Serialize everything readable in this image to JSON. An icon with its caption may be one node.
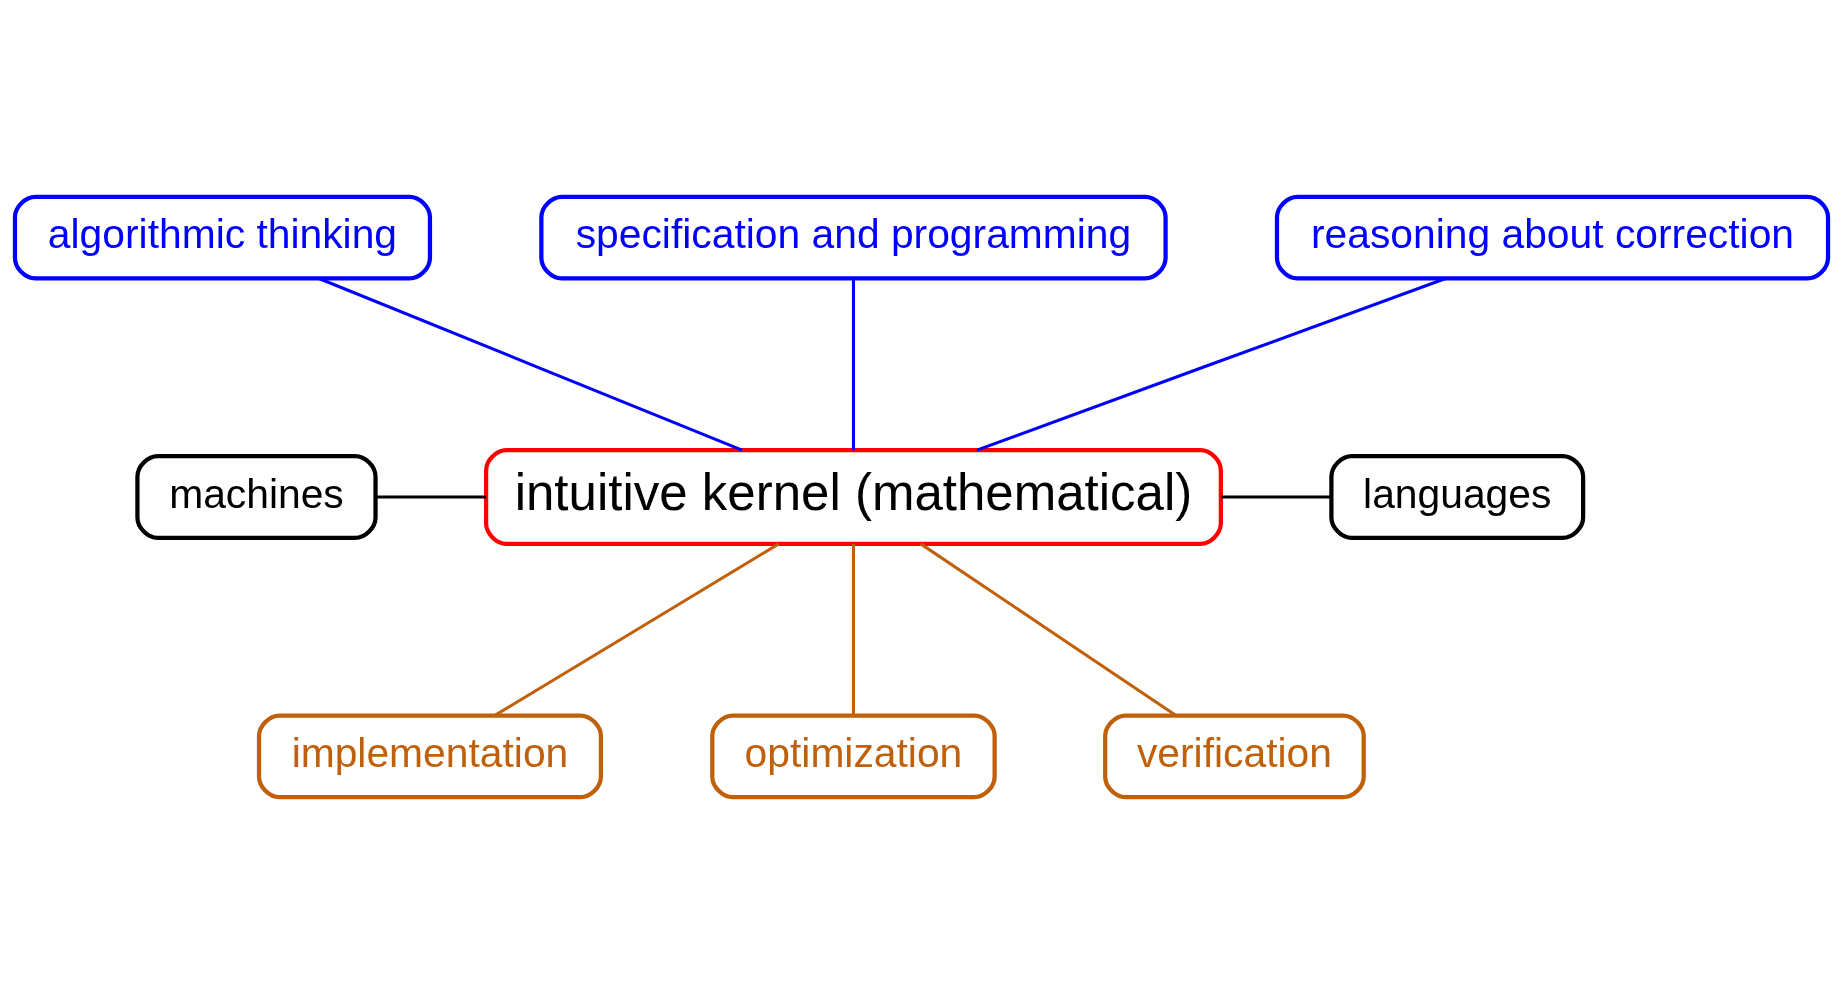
{
  "diagram": {
    "nodes": [
      {
        "text": [
          "algorithmic thinking"
        ]
      },
      {
        "text": [
          "specification and programming"
        ]
      },
      {
        "text": [
          "reasoning about correction"
        ]
      },
      {
        "text": [
          "machines"
        ]
      },
      {
        "text": [
          "intuitive kernel (mathematical)"
        ]
      },
      {
        "text": [
          "languages"
        ]
      },
      {
        "text": [
          "implementation"
        ]
      },
      {
        "text": [
          "optimization"
        ]
      },
      {
        "text": [
          "verification"
        ]
      }
    ],
    "edges": [
      {
        "from": 0,
        "to": 4,
        "arrow": "none",
        "color": "#0000ff"
      },
      {
        "from": 1,
        "to": 4,
        "arrow": "none",
        "color": "#0000ff"
      },
      {
        "from": 2,
        "to": 4,
        "arrow": "none",
        "color": "#0000ff"
      },
      {
        "from": 3,
        "to": 4,
        "arrow": "none",
        "color": "#000000"
      },
      {
        "from": 4,
        "to": 5,
        "arrow": "none",
        "color": "#000000"
      },
      {
        "from": 4,
        "to": 6,
        "arrow": "none",
        "color": "#c0600a"
      },
      {
        "from": 4,
        "to": 7,
        "arrow": "none",
        "color": "#c0600a"
      },
      {
        "from": 4,
        "to": 8,
        "arrow": "none",
        "color": "#c0600a"
      }
    ]
  }
}
